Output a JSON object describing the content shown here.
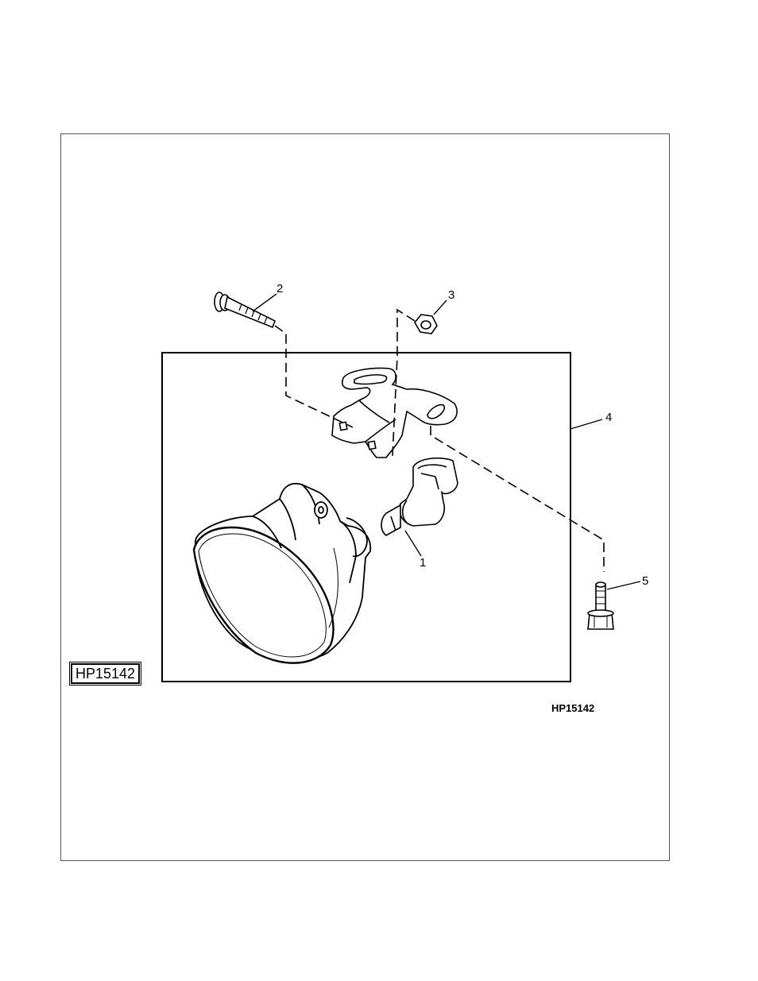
{
  "figure": {
    "figure_id_boxed": "HP15142",
    "figure_id_caption": "HP15142"
  },
  "callouts": [
    {
      "id": "1",
      "part": "bulb"
    },
    {
      "id": "2",
      "part": "bolt"
    },
    {
      "id": "3",
      "part": "nut"
    },
    {
      "id": "4",
      "part": "fog lamp assembly"
    },
    {
      "id": "5",
      "part": "screw"
    }
  ],
  "colors": {
    "line": "#000000",
    "frame": "#555555",
    "background": "#ffffff"
  }
}
